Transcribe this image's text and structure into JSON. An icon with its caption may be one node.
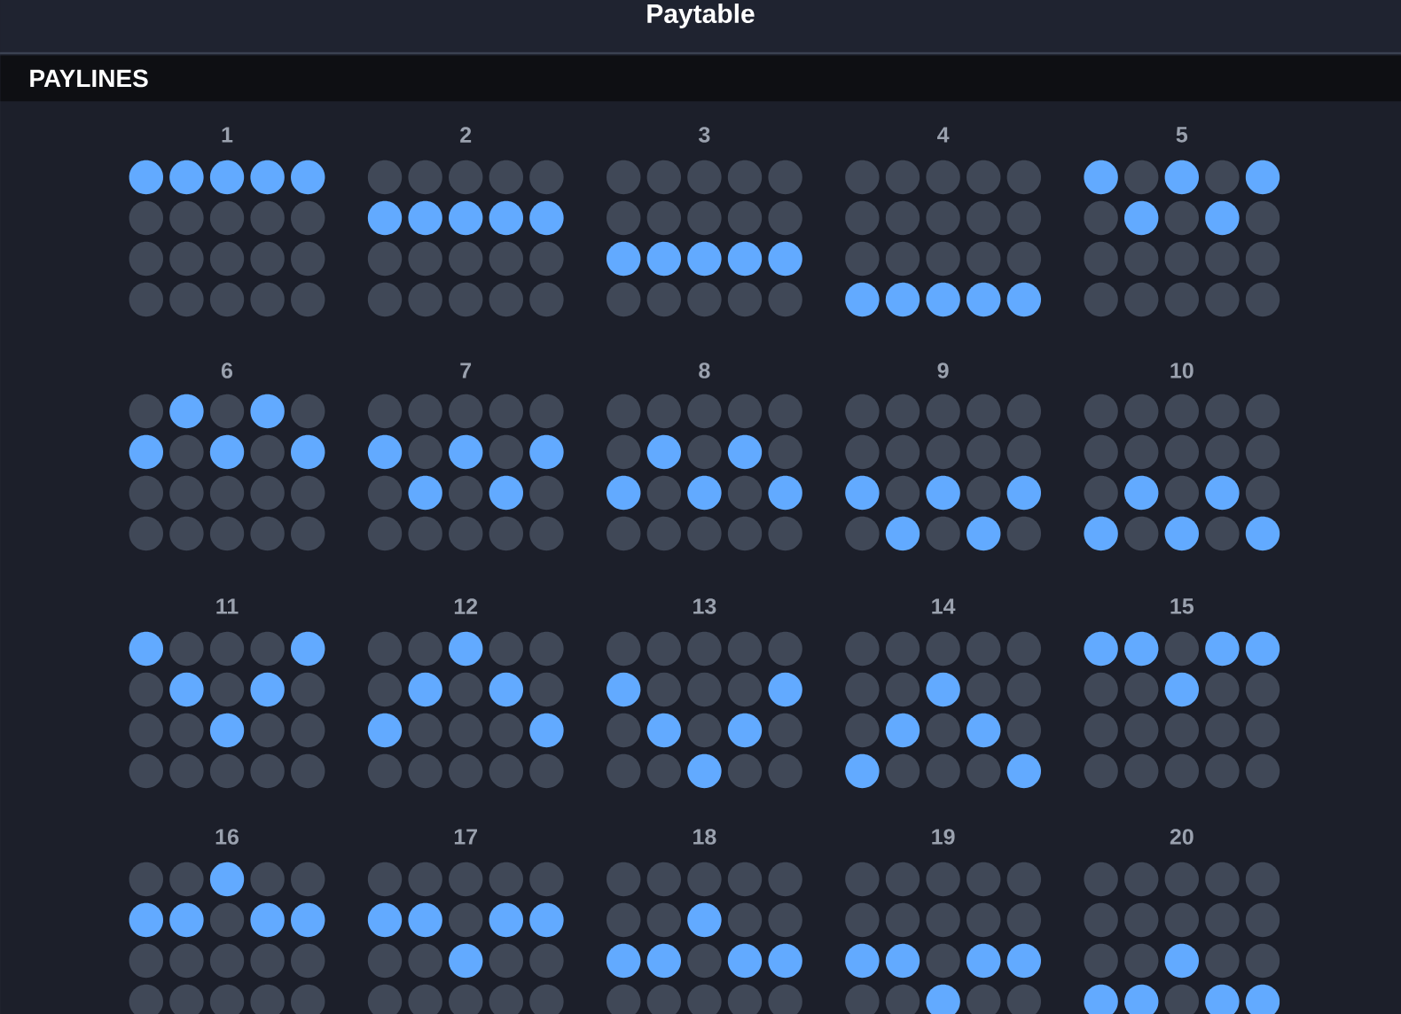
{
  "diagram": {
    "title": "Paytable",
    "nodes": [
      {
        "text": [
          "PAYLINES"
        ]
      }
    ],
    "labels": [
      "1",
      "2",
      "3",
      "4",
      "5",
      "6",
      "7",
      "8",
      "9",
      "10",
      "11",
      "12",
      "13",
      "14",
      "15",
      "16",
      "17",
      "18",
      "19",
      "20"
    ]
  }
}
